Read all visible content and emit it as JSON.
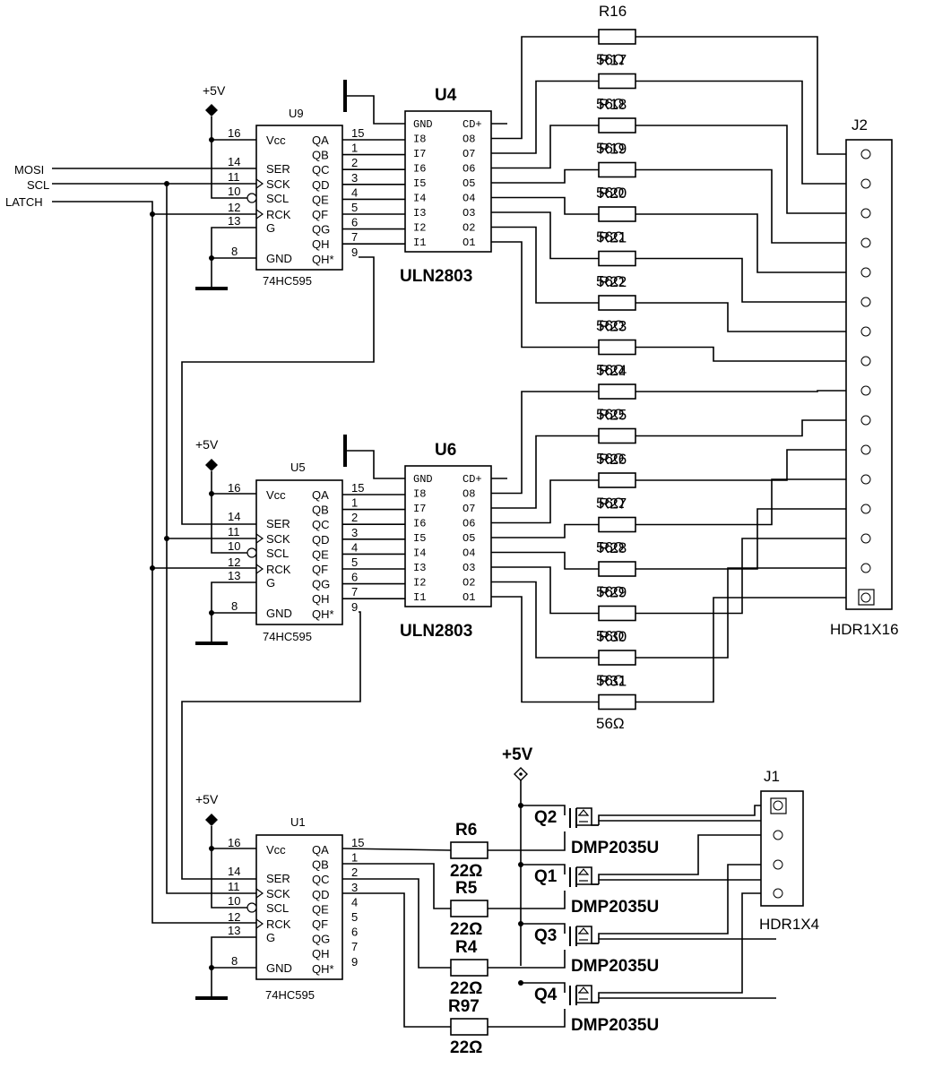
{
  "power": {
    "vcc": "+5V",
    "vcc_big": "+5V"
  },
  "signals": {
    "mosi": "MOSI",
    "scl": "SCL",
    "latch": "LATCH"
  },
  "shift_registers": [
    {
      "ref": "U9",
      "type": "74HC595"
    },
    {
      "ref": "U5",
      "type": "74HC595"
    },
    {
      "ref": "U1",
      "type": "74HC595"
    }
  ],
  "sr_pins_left": [
    {
      "num": "16",
      "name": "Vcc"
    },
    {
      "num": "14",
      "name": "SER"
    },
    {
      "num": "11",
      "name": "SCK"
    },
    {
      "num": "10",
      "name": "SCL"
    },
    {
      "num": "12",
      "name": "RCK"
    },
    {
      "num": "13",
      "name": "G"
    },
    {
      "num": "8",
      "name": "GND"
    }
  ],
  "sr_pins_right": [
    {
      "num": "15",
      "name": "QA"
    },
    {
      "num": "1",
      "name": "QB"
    },
    {
      "num": "2",
      "name": "QC"
    },
    {
      "num": "3",
      "name": "QD"
    },
    {
      "num": "4",
      "name": "QE"
    },
    {
      "num": "5",
      "name": "QF"
    },
    {
      "num": "6",
      "name": "QG"
    },
    {
      "num": "7",
      "name": "QH"
    },
    {
      "num": "9",
      "name": "QH*"
    }
  ],
  "drivers": [
    {
      "ref": "U4",
      "type": "ULN2803"
    },
    {
      "ref": "U6",
      "type": "ULN2803"
    }
  ],
  "driver_pins_left": [
    "GND",
    "I8",
    "I7",
    "I6",
    "I5",
    "I4",
    "I3",
    "I2",
    "I1"
  ],
  "driver_pins_right": [
    "CD+",
    "O8",
    "O7",
    "O6",
    "O5",
    "O4",
    "O3",
    "O2",
    "O1"
  ],
  "resistors_top": [
    {
      "ref": "R16",
      "value": "56Ω"
    },
    {
      "ref": "R17",
      "value": "56Ω"
    },
    {
      "ref": "R18",
      "value": "56Ω"
    },
    {
      "ref": "R19",
      "value": "56Ω"
    },
    {
      "ref": "R20",
      "value": "56Ω"
    },
    {
      "ref": "R21",
      "value": "56Ω"
    },
    {
      "ref": "R22",
      "value": "56Ω"
    },
    {
      "ref": "R23",
      "value": "56Ω"
    },
    {
      "ref": "R24",
      "value": "56Ω"
    },
    {
      "ref": "R25",
      "value": "56Ω"
    },
    {
      "ref": "R26",
      "value": "56Ω"
    },
    {
      "ref": "R27",
      "value": "56Ω"
    },
    {
      "ref": "R28",
      "value": "56Ω"
    },
    {
      "ref": "R29",
      "value": "56Ω"
    },
    {
      "ref": "R30",
      "value": "56Ω"
    },
    {
      "ref": "R31",
      "value": "56Ω"
    }
  ],
  "headers": [
    {
      "ref": "J2",
      "type": "HDR1X16"
    },
    {
      "ref": "J1",
      "type": "HDR1X4"
    }
  ],
  "gate_resistors": [
    {
      "ref": "R6",
      "value": "22Ω"
    },
    {
      "ref": "R5",
      "value": "22Ω"
    },
    {
      "ref": "R4",
      "value": "22Ω"
    },
    {
      "ref": "R97",
      "value": "22Ω"
    }
  ],
  "mosfets": [
    {
      "ref": "Q2",
      "type": "DMP2035U"
    },
    {
      "ref": "Q1",
      "type": "DMP2035U"
    },
    {
      "ref": "Q3",
      "type": "DMP2035U"
    },
    {
      "ref": "Q4",
      "type": "DMP2035U"
    }
  ]
}
